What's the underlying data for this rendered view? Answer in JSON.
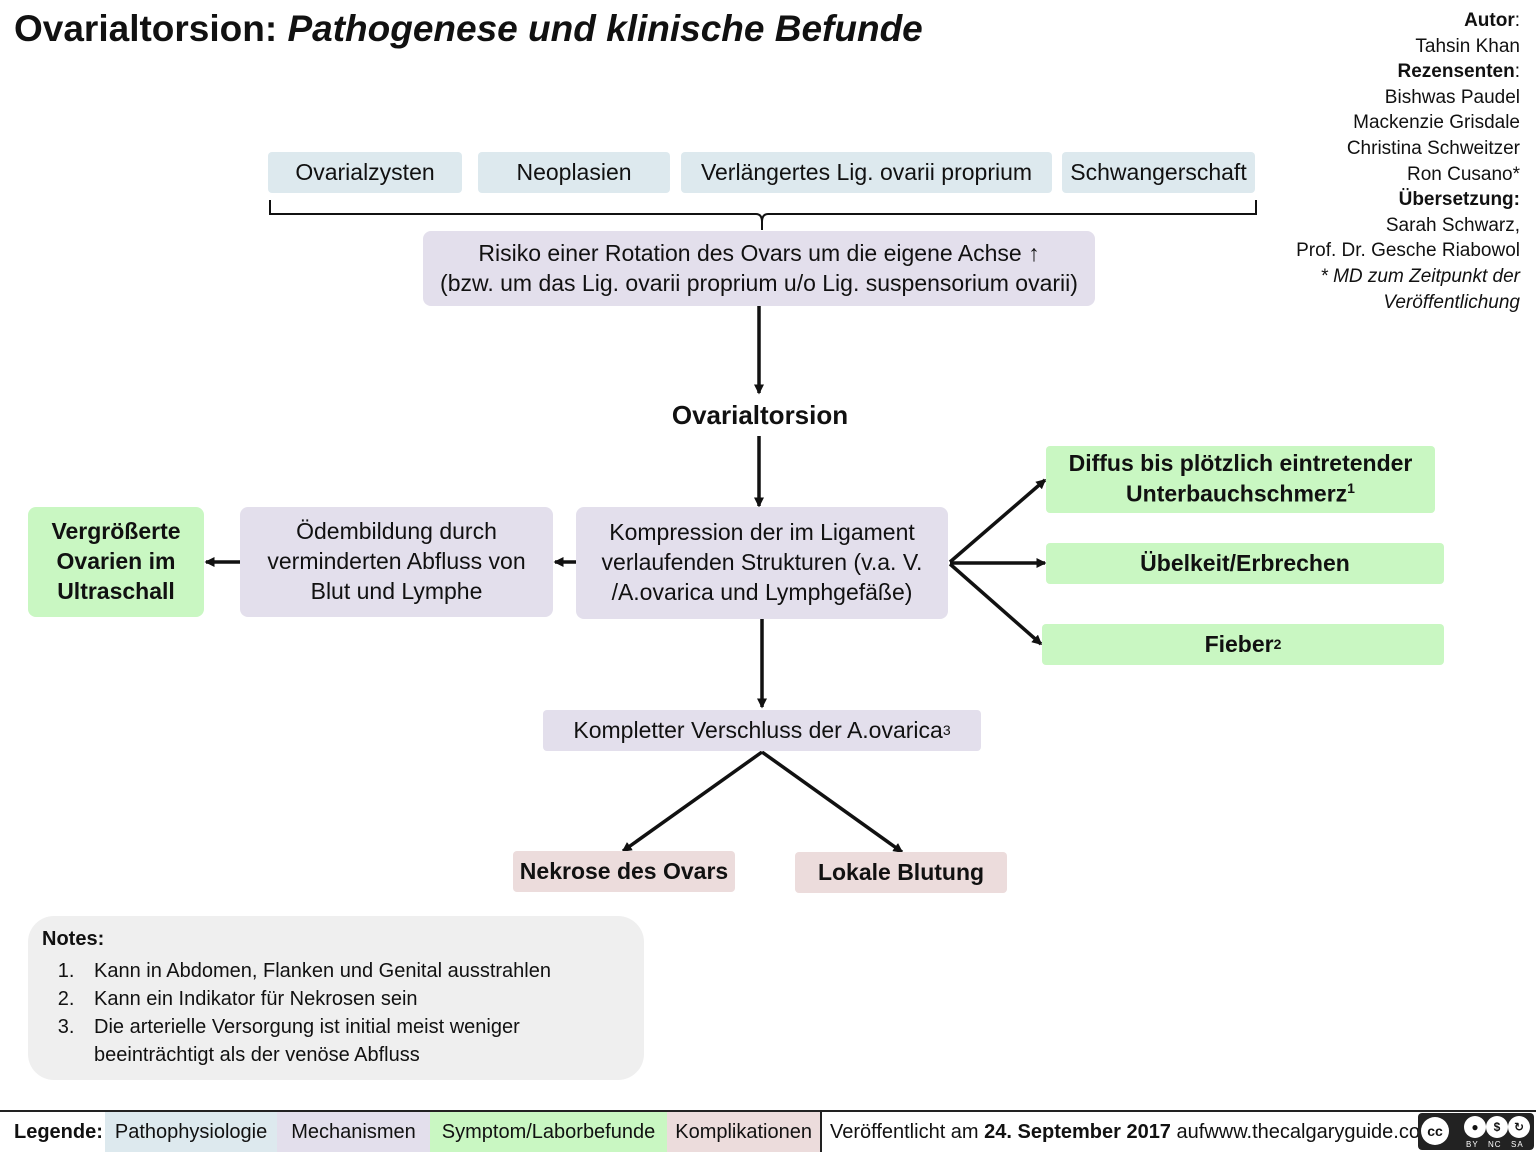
{
  "title": {
    "main": "Ovarialtorsion:",
    "italic": "Pathogenese und klinische Befunde"
  },
  "credits": {
    "author_label": "Autor",
    "author": "Tahsin Khan",
    "reviewers_label": "Rezensenten",
    "reviewers": [
      "Bishwas Paudel",
      "Mackenzie Grisdale",
      "Christina Schweitzer",
      "Ron Cusano*"
    ],
    "translation_label": "Übersetzung:",
    "translators": [
      "Sarah Schwarz,",
      "Prof. Dr. Gesche Riabowol"
    ],
    "note_line1": "* MD zum Zeitpunkt der",
    "note_line2": "Veröffentlichung"
  },
  "causes": [
    "Ovarialzysten",
    "Neoplasien",
    "Verlängertes Lig. ovarii proprium",
    "Schwangerschaft"
  ],
  "risk": {
    "line1": "Risiko einer Rotation des Ovars um die eigene Achse ↑",
    "line2": "(bzw. um das Lig. ovarii proprium u/o Lig. suspensorium ovarii)"
  },
  "torsion": "Ovarialtorsion",
  "compression": {
    "line1": "Kompression der im Ligament",
    "line2": "verlaufenden Strukturen (v.a. V.",
    "line3": "/A.ovarica und Lymphgefäße)"
  },
  "edema": {
    "line1": "Ödembildung durch",
    "line2": "verminderten Abfluss von",
    "line3": "Blut und Lymphe"
  },
  "enlarged": {
    "line1": "Vergrößerte",
    "line2": "Ovarien im",
    "line3": "Ultraschall"
  },
  "symptoms": {
    "pain_line1": "Diffus bis plötzlich eintretender",
    "pain_line2": "Unterbauchschmerz",
    "pain_sup": "1",
    "nausea": "Übelkeit/Erbrechen",
    "fever": "Fieber",
    "fever_sup": "2"
  },
  "occlusion": {
    "text": "Kompletter Verschluss der A.ovarica",
    "sup": "3"
  },
  "complications": {
    "necrosis": "Nekrose des Ovars",
    "bleeding": "Lokale Blutung"
  },
  "notes": {
    "title": "Notes:",
    "items": [
      "Kann in Abdomen, Flanken und Genital ausstrahlen",
      "Kann ein Indikator für Nekrosen sein",
      "Die arterielle Versorgung ist initial meist weniger beeinträchtigt als der venöse Abfluss"
    ]
  },
  "legend": {
    "label": "Legende:",
    "patho": "Pathophysiologie",
    "mech": "Mechanismen",
    "sym": "Symptom/Laborbefunde",
    "comp": "Komplikationen"
  },
  "published": {
    "prefix": "Veröffentlicht am",
    "date": "24. September 2017",
    "suffix": "auf",
    "site": "www.thecalgaryguide.com"
  },
  "license": {
    "cc": "cc",
    "by": "BY",
    "nc": "NC",
    "sa": "SA"
  },
  "colors": {
    "pathophysiology": "#dde9ee",
    "mechanism": "#e3dfec",
    "symptom": "#c9f7c2",
    "complication": "#ecdcdc",
    "notes_bg": "#efefef"
  }
}
